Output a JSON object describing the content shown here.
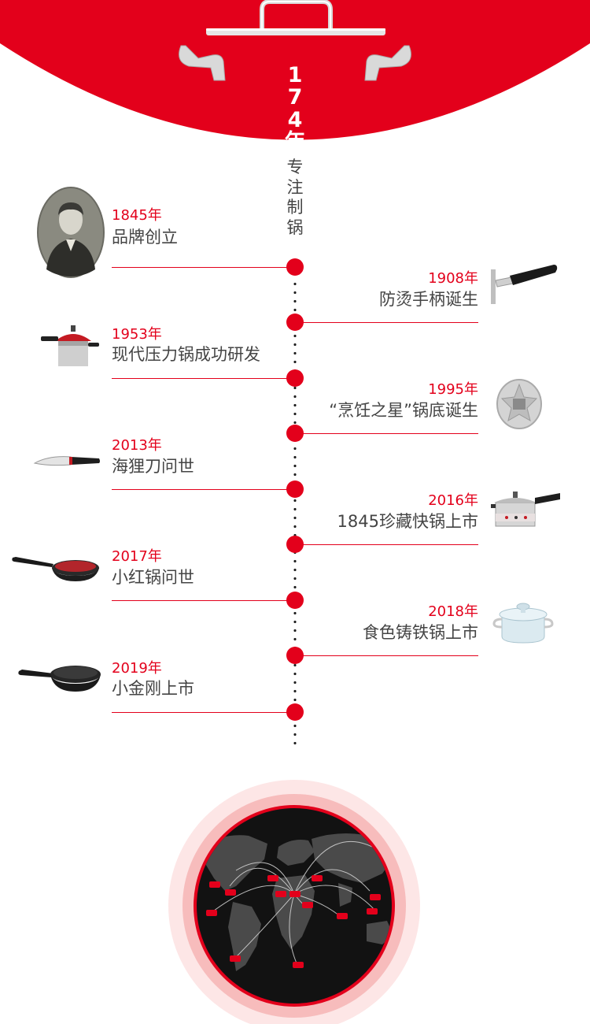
{
  "hero": {
    "years_label": "174年",
    "slogan": "专注制锅"
  },
  "colors": {
    "brand_red": "#e3001b",
    "text_dark": "#444444",
    "globe_dark": "#121212"
  },
  "timeline": [
    {
      "year": "1845年",
      "title": "品牌创立",
      "side": "left",
      "icon": "founder-portrait"
    },
    {
      "year": "1908年",
      "title": "防烫手柄诞生",
      "side": "right",
      "icon": "heat-proof-handle"
    },
    {
      "year": "1953年",
      "title": "现代压力锅成功研发",
      "side": "left",
      "icon": "pressure-cooker"
    },
    {
      "year": "1995年",
      "title": "“烹饪之星”锅底诞生",
      "side": "right",
      "icon": "pot-base"
    },
    {
      "year": "2013年",
      "title": "海狸刀问世",
      "side": "left",
      "icon": "kitchen-knife"
    },
    {
      "year": "2016年",
      "title": "1845珍藏快锅上市",
      "side": "right",
      "icon": "pressure-cooker-1845"
    },
    {
      "year": "2017年",
      "title": "小红锅问世",
      "side": "left",
      "icon": "red-frying-pan"
    },
    {
      "year": "2018年",
      "title": "食色铸铁锅上市",
      "side": "right",
      "icon": "cast-iron-pot"
    },
    {
      "year": "2019年",
      "title": "小金刚上市",
      "side": "left",
      "icon": "frying-pan"
    }
  ],
  "map": {
    "icon": "world-map-icon"
  }
}
